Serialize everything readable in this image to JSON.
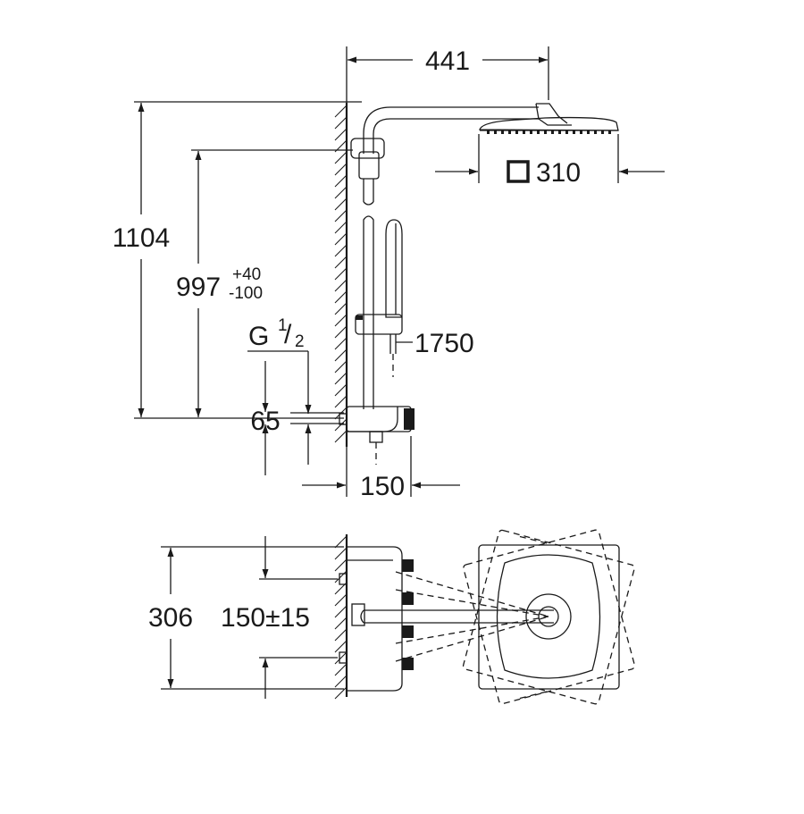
{
  "dimensions": {
    "head_projection": "441",
    "head_size": "310",
    "total_height": "1104",
    "outlet_height_value": "997",
    "outlet_height_tol_plus": "+40",
    "outlet_height_tol_minus": "-100",
    "thread": "G",
    "thread_num": "1",
    "thread_den": "2",
    "hose_length": "1750",
    "inlet_offset": "65",
    "mixer_depth": "150",
    "inlet_spacing": "306",
    "inlet_center": "150±15"
  }
}
